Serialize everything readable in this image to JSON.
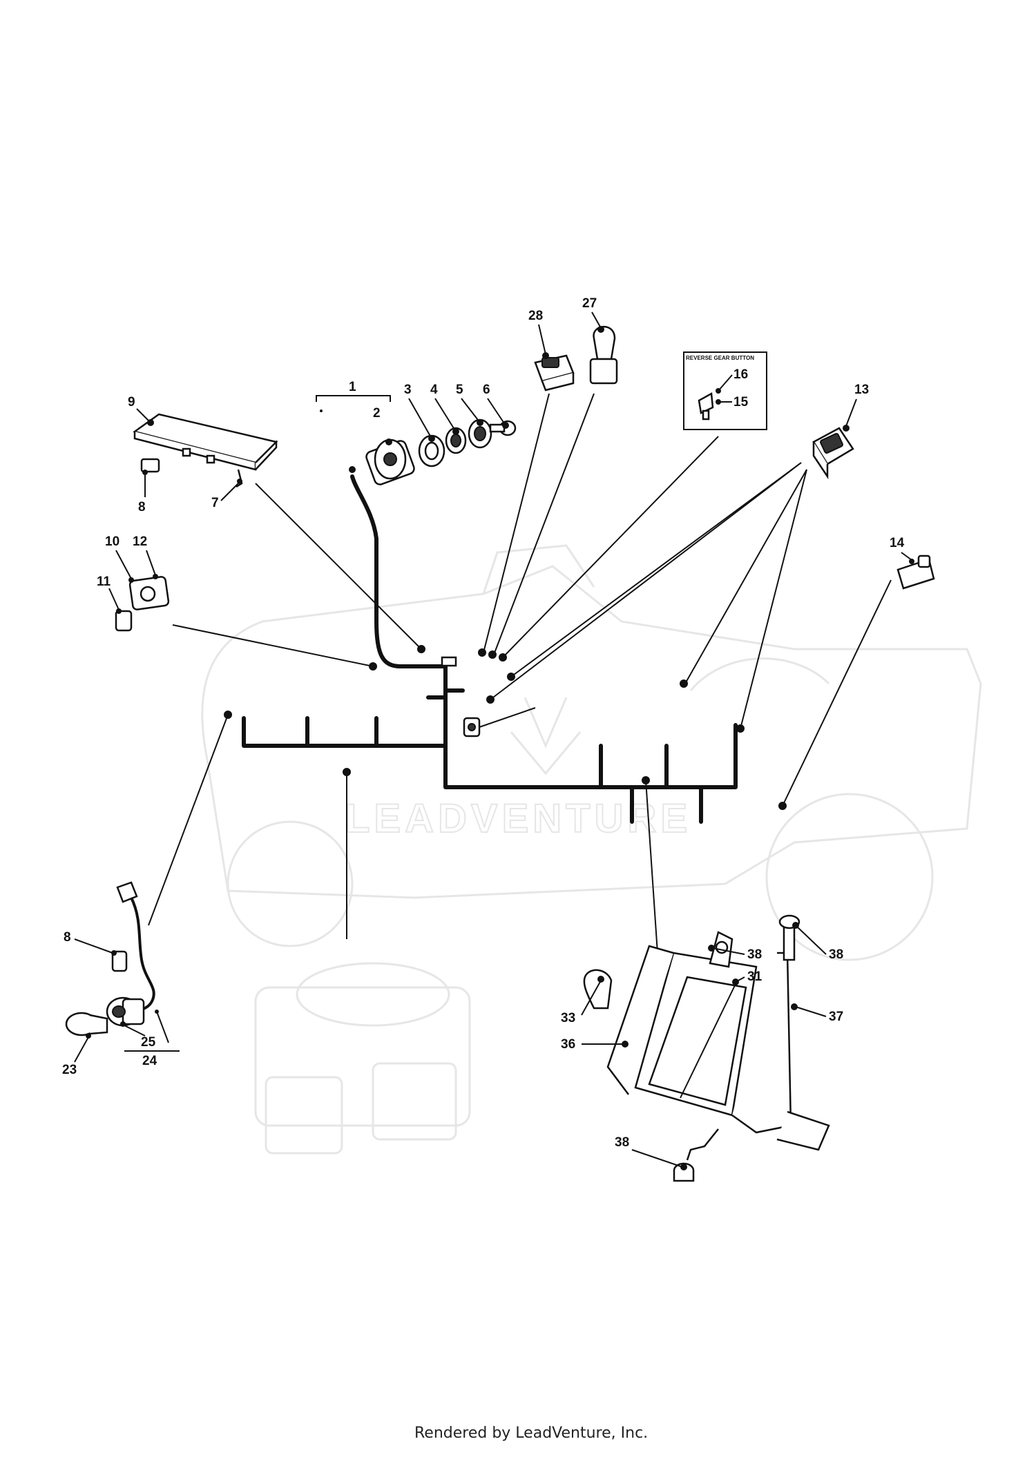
{
  "diagram": {
    "callouts": [
      "1",
      "2",
      "3",
      "4",
      "5",
      "6",
      "7",
      "8",
      "9",
      "10",
      "11",
      "12",
      "13",
      "14",
      "15",
      "16",
      "23",
      "24",
      "25",
      "27",
      "28",
      "31",
      "33",
      "36",
      "37",
      "38"
    ],
    "callout_8_second": "8",
    "callout_38_second": "38",
    "callout_38_third": "38",
    "inset_label": "REVERSE GEAR BUTTON",
    "watermark": "LEADVENTURE",
    "footer": "Rendered by LeadVenture, Inc."
  },
  "colors": {
    "ink": "#111111",
    "ghost": "#e6e6e6",
    "background": "#ffffff"
  }
}
